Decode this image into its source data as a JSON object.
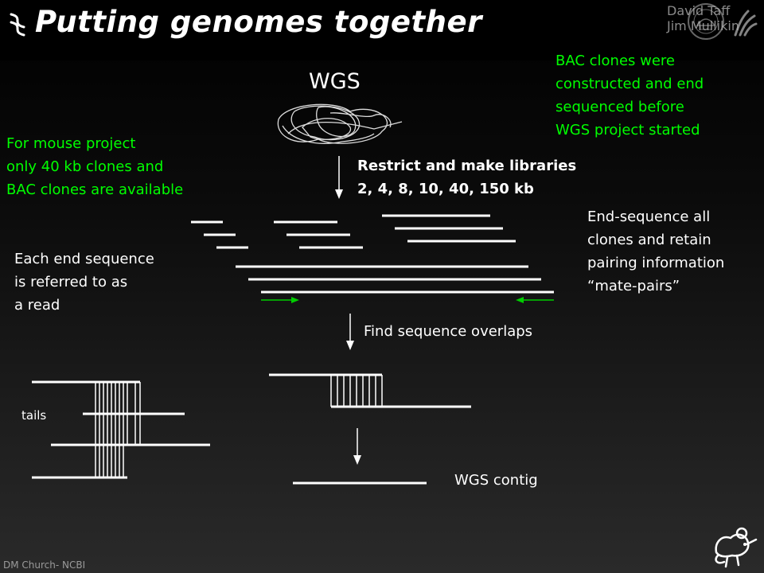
{
  "header": {
    "title": "Putting genomes together",
    "credits": [
      "David Taff",
      "Jim Mullikin"
    ],
    "footer": "DM Church- NCBI"
  },
  "slide": {
    "wgs_label": "WGS",
    "bac_note": [
      "BAC clones were",
      "constructed and end",
      "sequenced before",
      "WGS project started"
    ],
    "mouse_note": [
      "For mouse project",
      "only 40 kb clones and",
      "BAC clones are available"
    ],
    "restrict_step": [
      "Restrict and make libraries",
      "2, 4, 8, 10, 40, 150 kb"
    ],
    "end_sequence_step": [
      "End-sequence all",
      "clones and retain",
      "pairing information",
      "“mate-pairs”"
    ],
    "read_note": [
      "Each end sequence",
      "is referred to as",
      "a read"
    ],
    "overlap_step": "Find sequence overlaps",
    "tails_label": "tails",
    "contig_label": "WGS contig"
  },
  "colors": {
    "accent_text": "#00ff00",
    "mate_pair_arrow": "#00cc00",
    "text": "#ffffff",
    "credits": "#8a8a8a"
  },
  "icons": {
    "title_logo": "dna-helix-icon",
    "seal": "dhhs-seal-icon",
    "agency": "hhs-eagle-icon",
    "mascot": "mouse-icon"
  }
}
